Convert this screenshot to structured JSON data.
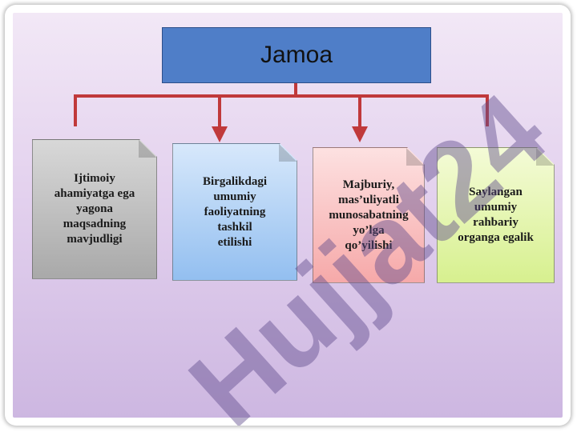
{
  "diagram": {
    "title": "Jamoa",
    "cards": [
      {
        "text": "Ijtimoiy\nahamiyatga ega\nyagona\nmaqsadning\nmavjudligi"
      },
      {
        "text": "Birgalikdagi\numumiy\nfaoliyatning\ntashkil\netilishi"
      },
      {
        "text": "Majburiy,\nmas’uliyatli\nmunosabatning\nyo’lga\nqo’yilishi"
      },
      {
        "text": "Saylangan\numumiy\nrahbariy\norganga egalik"
      }
    ],
    "connector_color": "#c0393b"
  },
  "watermark": "Hujjat24"
}
